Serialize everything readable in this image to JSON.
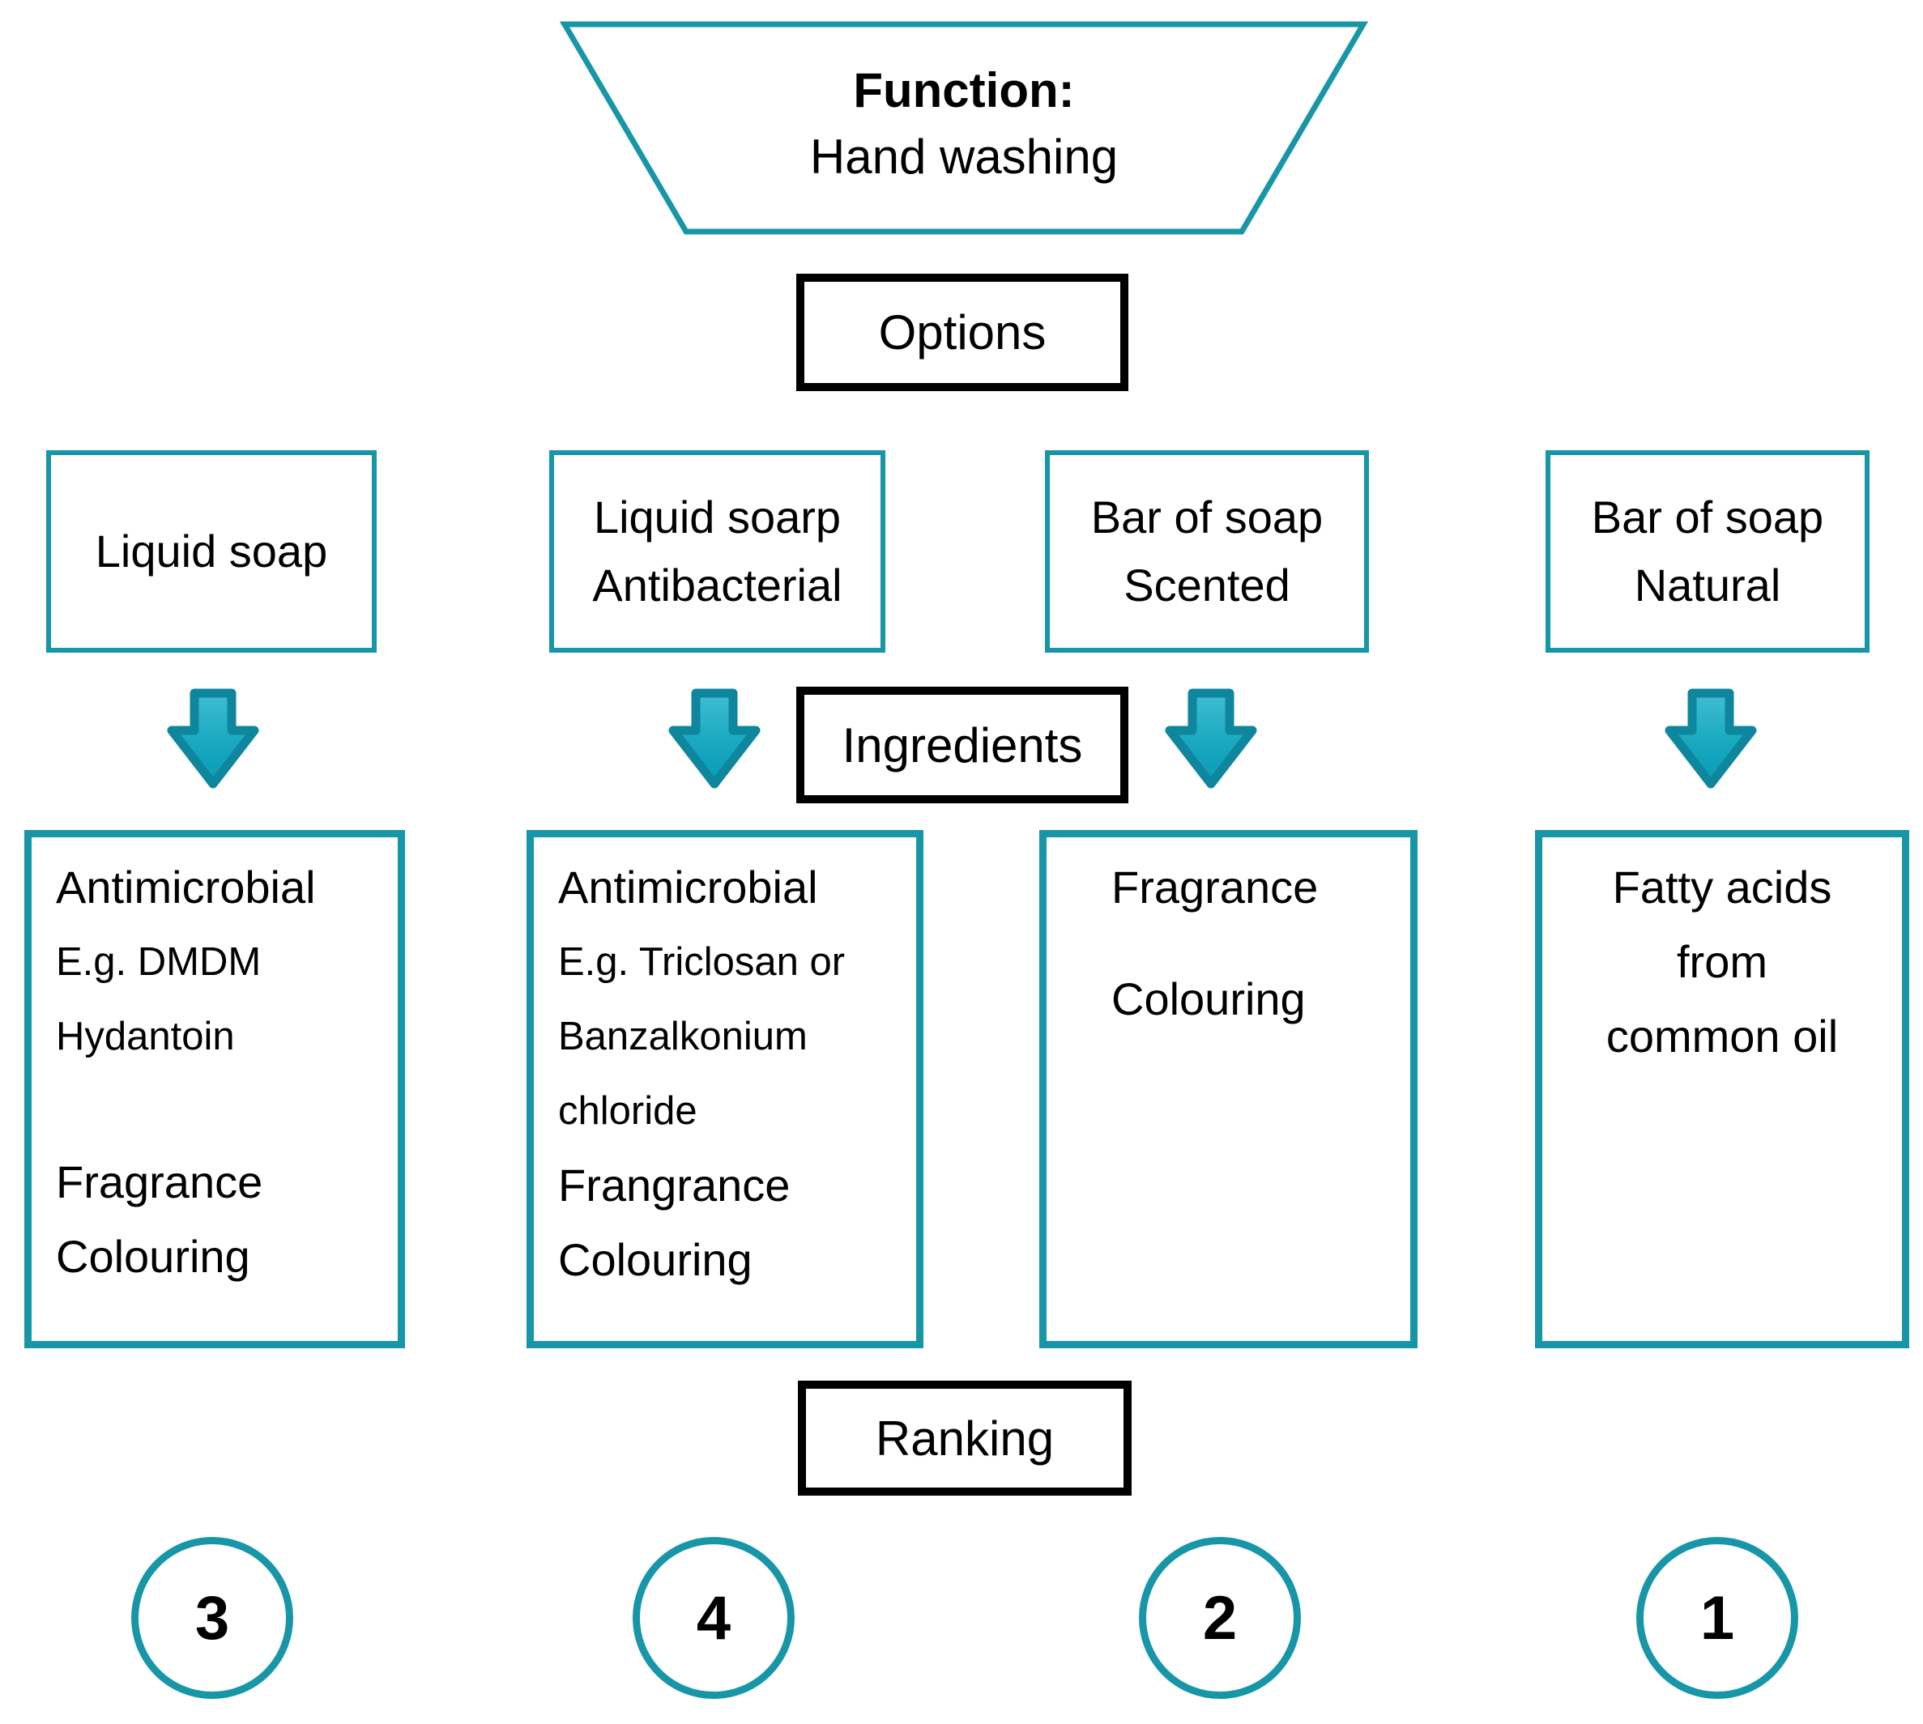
{
  "colors": {
    "teal_border": "#1796a8",
    "arrow_outline": "#0d869e",
    "arrow_fill_light": "#3fbed2",
    "arrow_fill_dark": "#0a9cb6",
    "label_box_border": "#000000",
    "text": "#000000",
    "background": "#ffffff"
  },
  "function_shape": {
    "title": "Function:",
    "subtitle": "Hand washing"
  },
  "stage_labels": {
    "options": "Options",
    "ingredients": "Ingredients",
    "ranking": "Ranking"
  },
  "options": [
    {
      "lines": [
        "Liquid soap"
      ]
    },
    {
      "lines": [
        "Liquid soarp",
        "Antibacterial"
      ]
    },
    {
      "lines": [
        "Bar of soap",
        "Scented"
      ]
    },
    {
      "lines": [
        "Bar of soap",
        "Natural"
      ]
    }
  ],
  "ingredients": [
    {
      "l1": "Antimicrobial",
      "l2": "E.g. DMDM",
      "l3": "Hydantoin",
      "l4": "Fragrance",
      "l5": "Colouring"
    },
    {
      "l1": "Antimicrobial",
      "l2": "E.g. Triclosan or",
      "l3": "Banzalkonium",
      "l4": "chloride",
      "l5": "Frangrance",
      "l6": "Colouring"
    },
    {
      "l1": "Fragrance",
      "l2": "Colouring"
    },
    {
      "l1": "Fatty acids",
      "l2": "from",
      "l3": "common oil"
    }
  ],
  "rankings": [
    "3",
    "4",
    "2",
    "1"
  ],
  "icons": {
    "arrow": "down-arrow-icon"
  }
}
